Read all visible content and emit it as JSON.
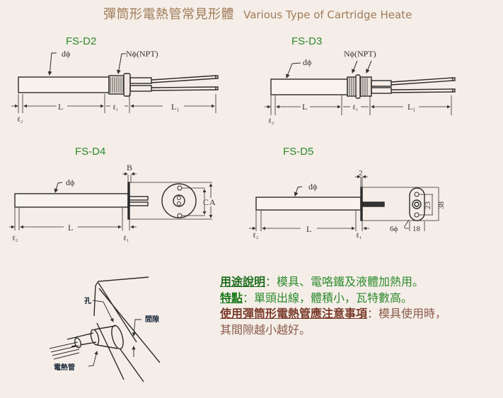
{
  "title": {
    "zh": "彈筒形電熱管常見形體",
    "en": "Various Type of Cartridge Heate"
  },
  "models": [
    {
      "name": "FS-D2",
      "labels": {
        "diameter": "dϕ",
        "thread": "Nϕ(NPT)",
        "length": "L",
        "l1": "ℓ₁",
        "l2": "ℓ₂",
        "lead_length": "L₁"
      }
    },
    {
      "name": "FS-D3",
      "labels": {
        "diameter": "dϕ",
        "thread": "Nϕ(NPT)",
        "length": "L",
        "l1": "ℓ₁",
        "l2": "ℓ₂",
        "lead_length": "L₁"
      }
    },
    {
      "name": "FS-D4",
      "labels": {
        "diameter": "dϕ",
        "flange": "B",
        "length": "L",
        "l1": "ℓ₁",
        "l2": "ℓ₂",
        "c": "C",
        "a": "A"
      }
    },
    {
      "name": "FS-D5",
      "labels": {
        "diameter": "dϕ",
        "flange": "2",
        "length": "L",
        "l1": "ℓ₁",
        "l2": "ℓ₂",
        "hole": "6ϕ",
        "width": "18",
        "inner": "23",
        "outer": "38"
      }
    }
  ],
  "install_diagram": {
    "hole_label": "孔",
    "gap_label": "間隙",
    "heater_label": "電熱管"
  },
  "description": {
    "usage_key": "用途說明",
    "usage_value": "：模具、電咯鐵及液體加熱用。",
    "feature_key": "特點",
    "feature_value": "：單頭出線，體積小，瓦特數高。",
    "caution_key": "使用彈筒形電熱管應注意事項",
    "caution_value": "：模具使用時，",
    "caution_value_2": "其間隙越小越好。"
  },
  "colors": {
    "background": "#f5eee8",
    "title": "#a07a58",
    "model_label": "#2d8a2d",
    "caution": "#7a3a2a"
  }
}
